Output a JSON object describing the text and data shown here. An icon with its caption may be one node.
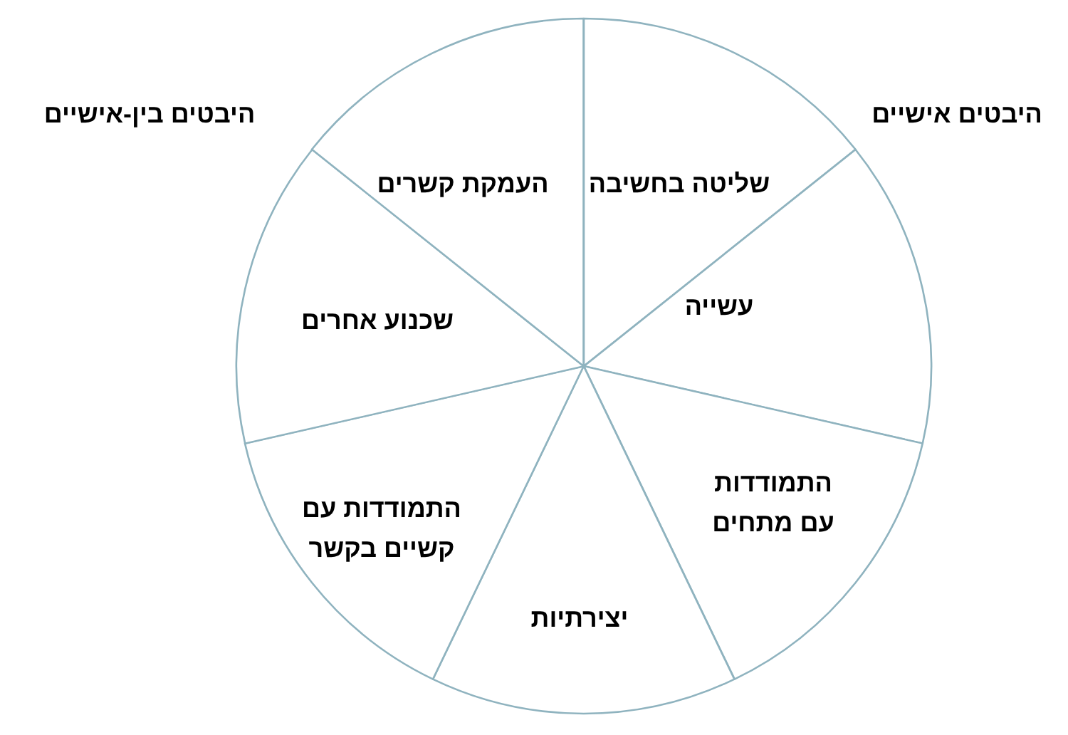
{
  "diagram": {
    "nodes": [
      {
        "text": [
          "שליטה בחשיבה"
        ]
      },
      {
        "text": [
          "עשייה"
        ]
      },
      {
        "text": [
          "התמודדות עם מתחים"
        ]
      },
      {
        "text": [
          "יצירתיות"
        ]
      },
      {
        "text": [
          "התמודדות עם קשיים בקשר"
        ]
      },
      {
        "text": [
          "שכנוע אחרים"
        ]
      },
      {
        "text": [
          "העמקת קשרים"
        ]
      }
    ],
    "labels": [
      "היבטים אישיים",
      "היבטים בין-אישיים"
    ]
  }
}
